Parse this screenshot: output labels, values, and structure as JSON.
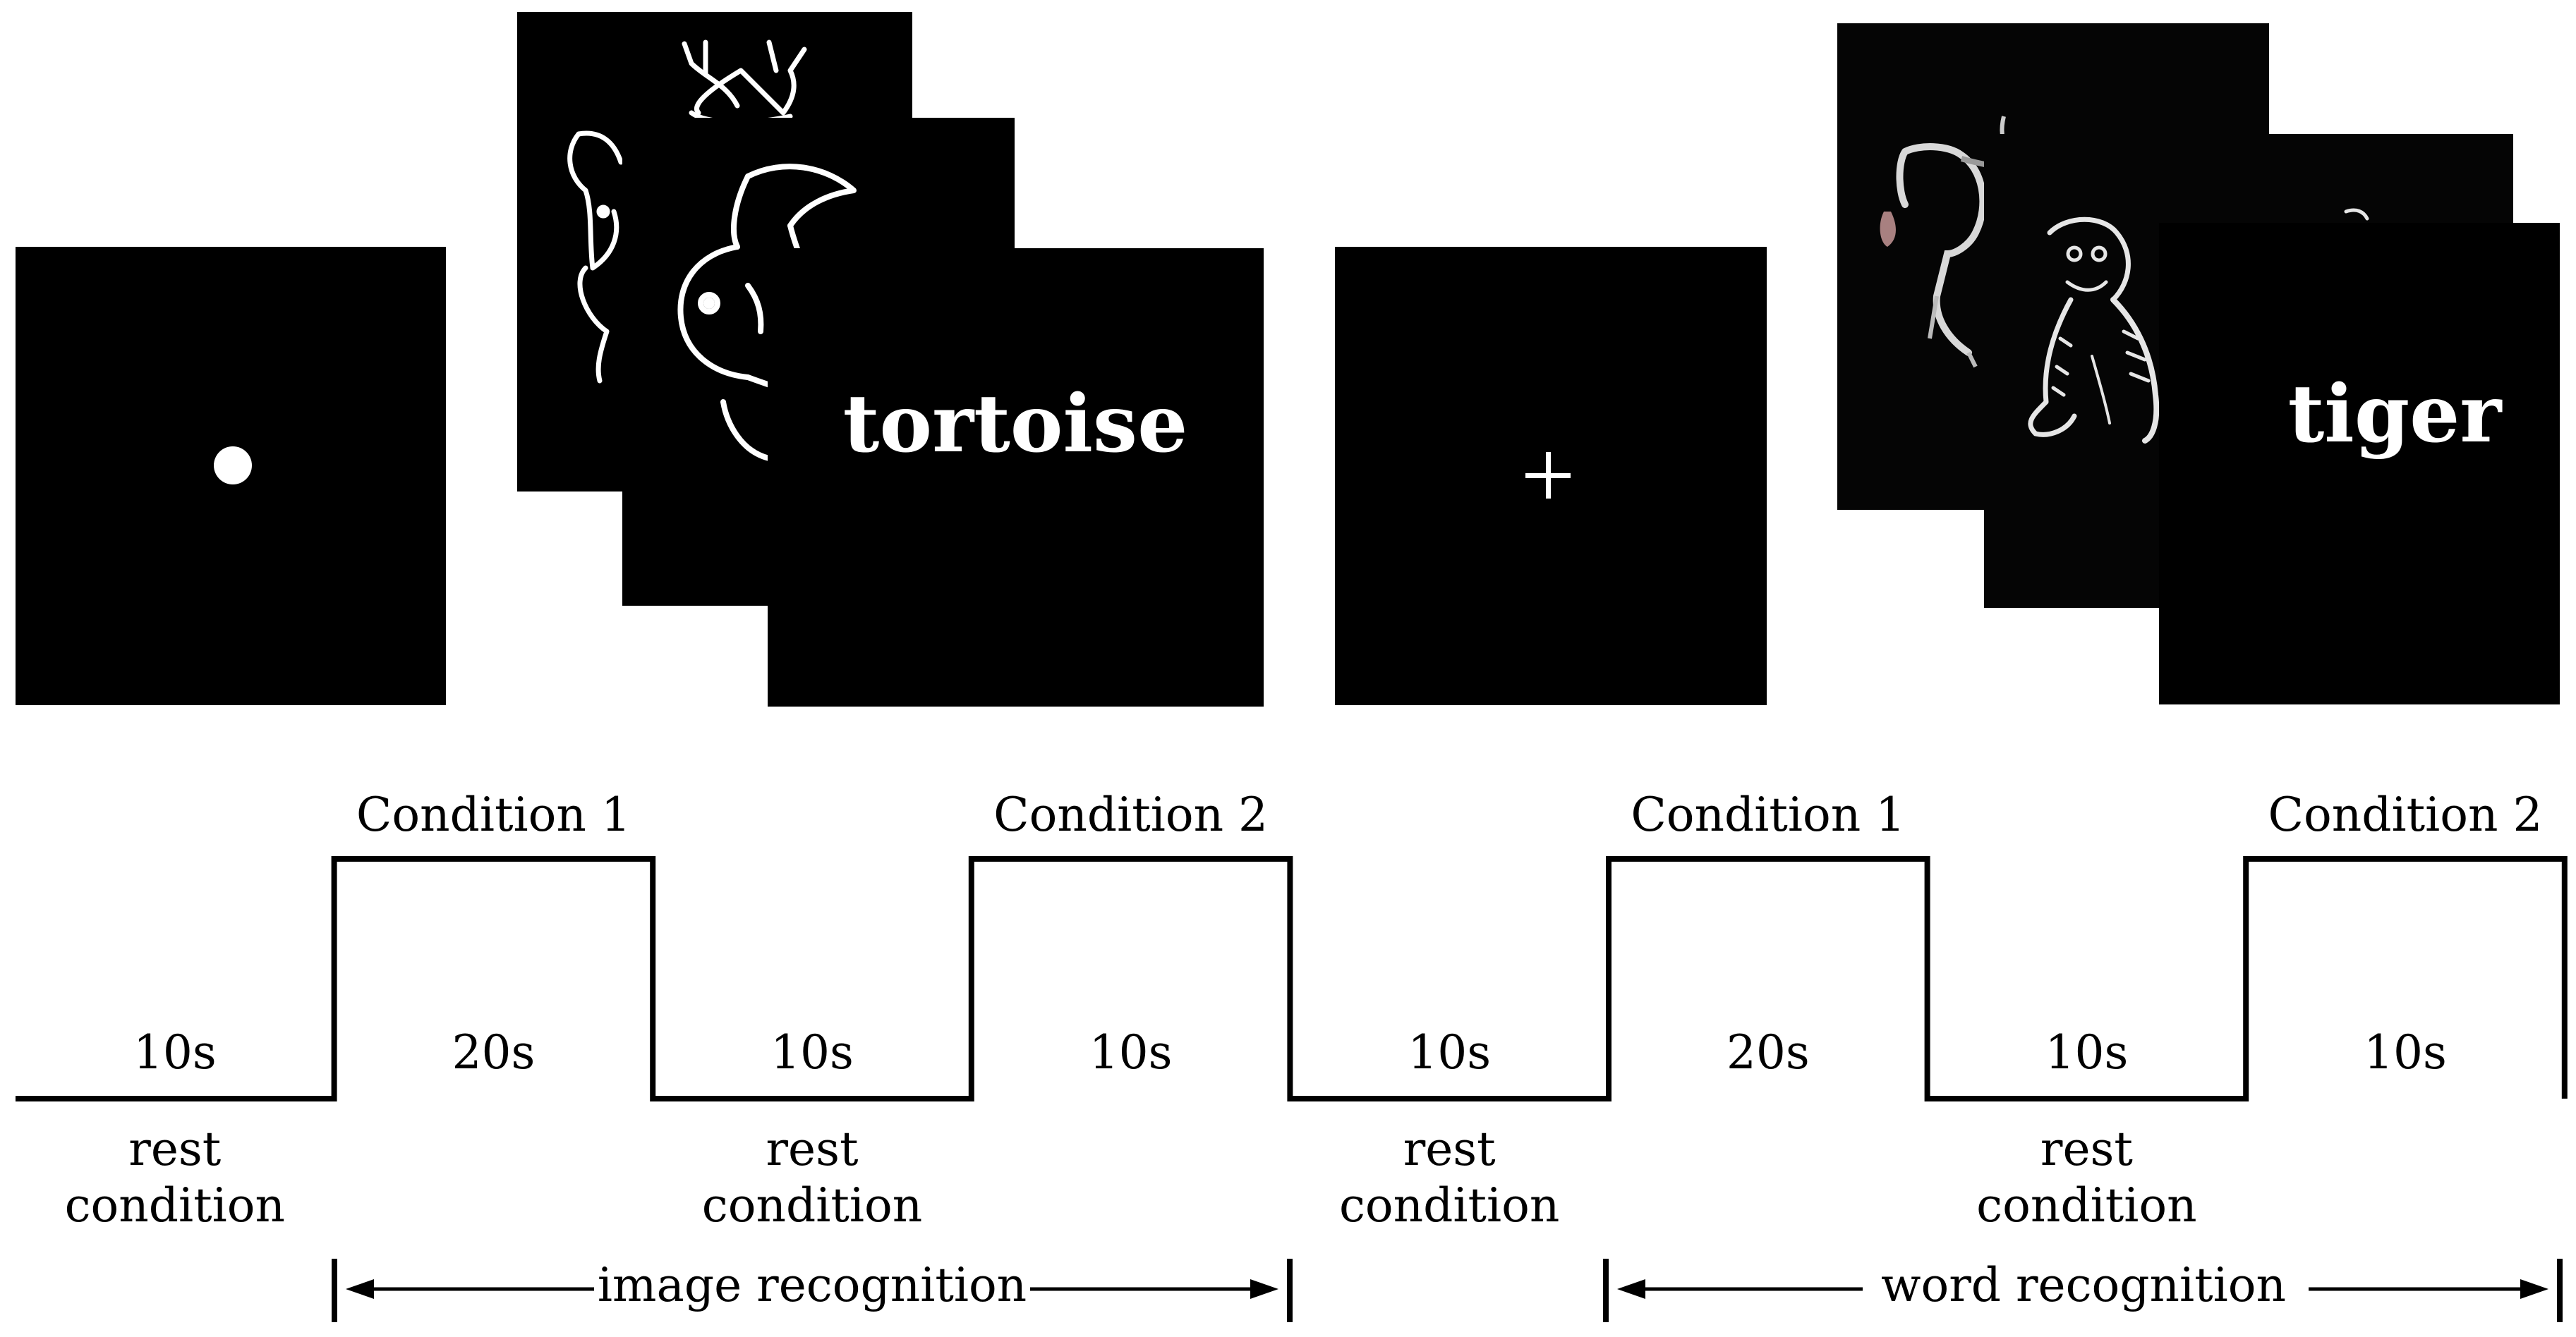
{
  "stimuli": {
    "word_1": "tortoise",
    "word_2": "tiger",
    "fixation_dot_icon": "filled-circle",
    "fixation_cross_icon": "plus-sign"
  },
  "timeline": {
    "segments": [
      {
        "duration": "10s",
        "level": "low",
        "top_label": "",
        "bottom_label": [
          "rest",
          "condition"
        ]
      },
      {
        "duration": "20s",
        "level": "high",
        "top_label": "Condition 1",
        "bottom_label": []
      },
      {
        "duration": "10s",
        "level": "low",
        "top_label": "",
        "bottom_label": [
          "rest",
          "condition"
        ]
      },
      {
        "duration": "10s",
        "level": "high",
        "top_label": "Condition 2",
        "bottom_label": []
      },
      {
        "duration": "10s",
        "level": "low",
        "top_label": "",
        "bottom_label": [
          "rest",
          "condition"
        ]
      },
      {
        "duration": "20s",
        "level": "high",
        "top_label": "Condition 1",
        "bottom_label": []
      },
      {
        "duration": "10s",
        "level": "low",
        "top_label": "",
        "bottom_label": [
          "rest",
          "condition"
        ]
      },
      {
        "duration": "10s",
        "level": "high",
        "top_label": "Condition 2",
        "bottom_label": []
      }
    ],
    "spans": [
      {
        "label": "image recognition"
      },
      {
        "label": "word recognition"
      }
    ]
  }
}
